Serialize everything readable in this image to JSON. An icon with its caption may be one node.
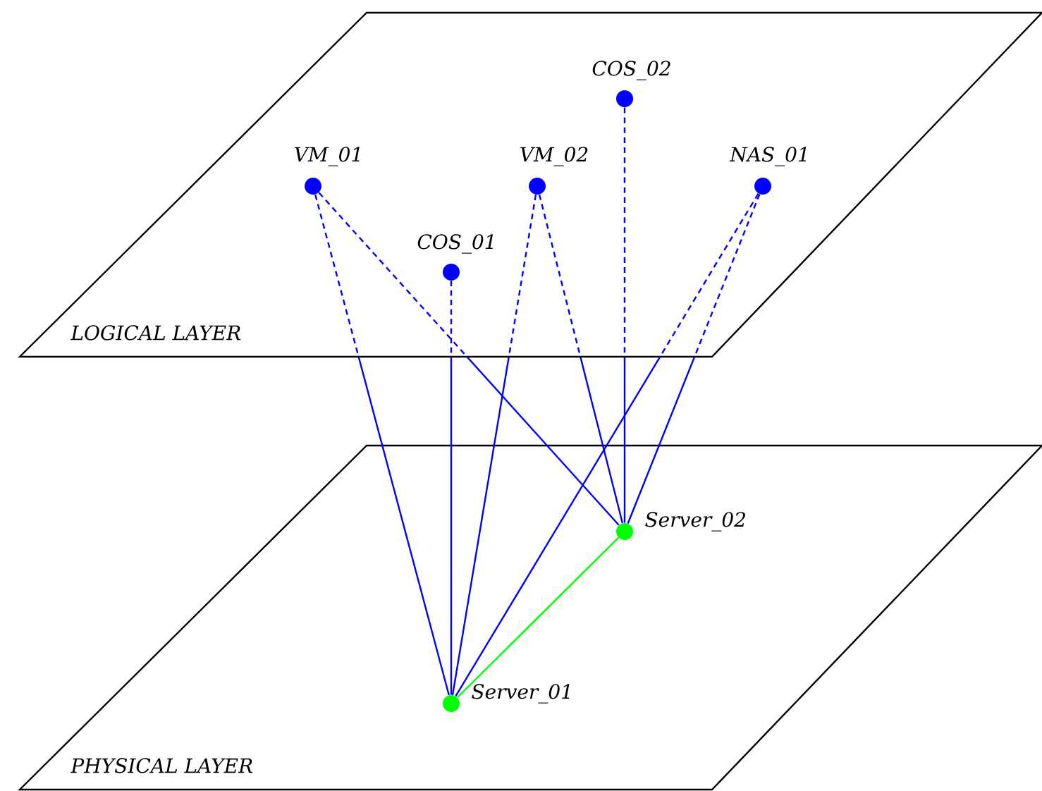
{
  "diagram": {
    "nodes": [
      {
        "text": [
          "LOGICAL LAYER"
        ]
      },
      {
        "text": [
          "COS_02"
        ],
        "in": 0
      },
      {
        "text": [
          "VM_01"
        ],
        "in": 0
      },
      {
        "text": [
          "VM_02"
        ],
        "in": 0
      },
      {
        "text": [
          "NAS_01"
        ],
        "in": 0
      },
      {
        "text": [
          "COS_01"
        ],
        "in": 0
      },
      {
        "text": [
          "PHYSICAL LAYER"
        ]
      },
      {
        "text": [
          "Server_02"
        ],
        "in": 6
      },
      {
        "text": [
          "Server_01"
        ],
        "in": 6
      }
    ],
    "edges": [
      {
        "from": 2,
        "to": 8,
        "arrow": "none",
        "style": "dashed"
      },
      {
        "from": 2,
        "to": 7,
        "arrow": "none",
        "style": "dashed"
      },
      {
        "from": 5,
        "to": 8,
        "arrow": "none",
        "style": "dashed"
      },
      {
        "from": 3,
        "to": 8,
        "arrow": "none",
        "style": "dashed"
      },
      {
        "from": 3,
        "to": 7,
        "arrow": "none",
        "style": "dashed"
      },
      {
        "from": 1,
        "to": 7,
        "arrow": "none",
        "style": "dashed"
      },
      {
        "from": 4,
        "to": 8,
        "arrow": "none",
        "style": "dashed"
      },
      {
        "from": 4,
        "to": 7,
        "arrow": "none",
        "style": "dashed"
      },
      {
        "from": 8,
        "to": 7,
        "arrow": "none",
        "color": "#00ff00"
      }
    ]
  }
}
